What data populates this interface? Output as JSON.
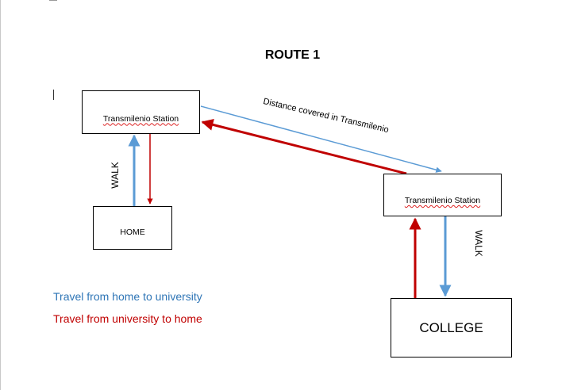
{
  "title": "ROUTE 1",
  "nodes": {
    "station_1": "Transmilenio Station",
    "station_2": "Transmilenio Station",
    "home": "HOME",
    "college": "COLLEGE"
  },
  "edge_labels": {
    "walk_left": "WALK",
    "walk_right": "WALK",
    "transmilenio": "Distance covered in Transmilenio"
  },
  "legend": {
    "to_university": "Travel from home to university",
    "to_home": "Travel from university to home"
  },
  "colors": {
    "to_university": "#5b9bd5",
    "to_home": "#c00000"
  }
}
